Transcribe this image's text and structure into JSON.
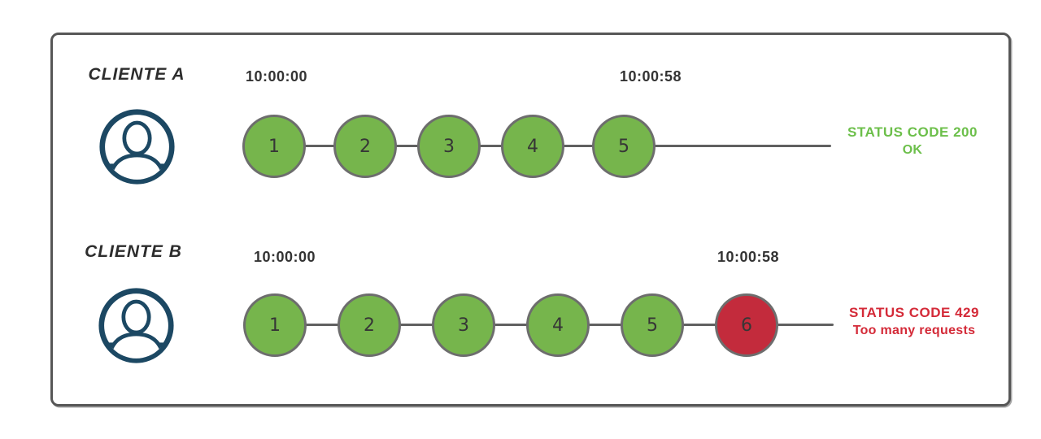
{
  "colors": {
    "ok_fill": "#76b54c",
    "blocked_fill": "#c32b3c",
    "circle_border": "#6d6d6d",
    "line": "#606060",
    "frame_border": "#575757",
    "avatar": "#1c4863",
    "status_ok_text": "#6cbf4a",
    "status_error_text": "#d42a38",
    "label_text": "#2d2d2d",
    "timestamp_text": "#333333"
  },
  "rows": [
    {
      "client_label": "CLIENTE A",
      "start_time": "10:00:00",
      "end_time": "10:00:58",
      "requests": [
        {
          "label": "1",
          "status": "ok"
        },
        {
          "label": "2",
          "status": "ok"
        },
        {
          "label": "3",
          "status": "ok"
        },
        {
          "label": "4",
          "status": "ok"
        },
        {
          "label": "5",
          "status": "ok"
        }
      ],
      "status_title": "STATUS CODE 200",
      "status_subtitle": "OK"
    },
    {
      "client_label": "CLIENTE B",
      "start_time": "10:00:00",
      "end_time": "10:00:58",
      "requests": [
        {
          "label": "1",
          "status": "ok"
        },
        {
          "label": "2",
          "status": "ok"
        },
        {
          "label": "3",
          "status": "ok"
        },
        {
          "label": "4",
          "status": "ok"
        },
        {
          "label": "5",
          "status": "ok"
        },
        {
          "label": "6",
          "status": "blocked"
        }
      ],
      "status_title": "STATUS CODE 429",
      "status_subtitle": "Too many requests"
    }
  ]
}
